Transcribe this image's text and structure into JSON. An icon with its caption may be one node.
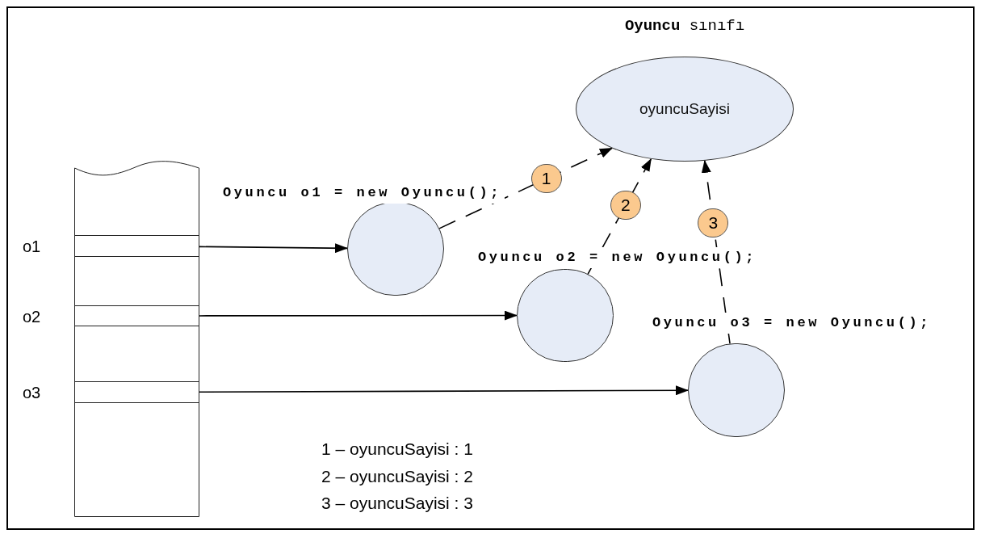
{
  "diagram": {
    "nodes": [
      {
        "text": [
          "**Oyuncu** sınıfı",
          "oyuncuSayisi"
        ]
      },
      {
        "text": [],
        "shape": "box"
      },
      {
        "text": [],
        "shape": "box",
        "in": 1,
        "beside": [
          "o1"
        ]
      },
      {
        "text": [],
        "shape": "box",
        "in": 1,
        "beside": [
          "o2"
        ]
      },
      {
        "text": [],
        "shape": "box",
        "in": 1,
        "beside": [
          "o3"
        ]
      },
      {
        "text": [],
        "shape": "circle",
        "beside": [
          "Oyuncu o1 = new Oyuncu();"
        ]
      },
      {
        "text": [],
        "shape": "circle",
        "beside": [
          "Oyuncu o2 = new Oyuncu();"
        ]
      },
      {
        "text": [],
        "shape": "circle",
        "beside": [
          "Oyuncu o3 = new Oyuncu();"
        ]
      }
    ],
    "edges": [
      {
        "from": 2,
        "to": 5,
        "arrow": "to"
      },
      {
        "from": 3,
        "to": 6,
        "arrow": "to"
      },
      {
        "from": 4,
        "to": 7,
        "arrow": "to"
      },
      {
        "from": 5,
        "to": 0,
        "arrow": "to",
        "style": "dashed",
        "label": "1"
      },
      {
        "from": 6,
        "to": 0,
        "arrow": "to",
        "style": "dashed",
        "label": "2"
      },
      {
        "from": 7,
        "to": 0,
        "arrow": "to",
        "style": "dashed",
        "label": "3"
      }
    ],
    "labels": [
      "1 – oyuncuSayisi : 1",
      "2 – oyuncuSayisi : 2",
      "3 – oyuncuSayisi : 3"
    ]
  }
}
